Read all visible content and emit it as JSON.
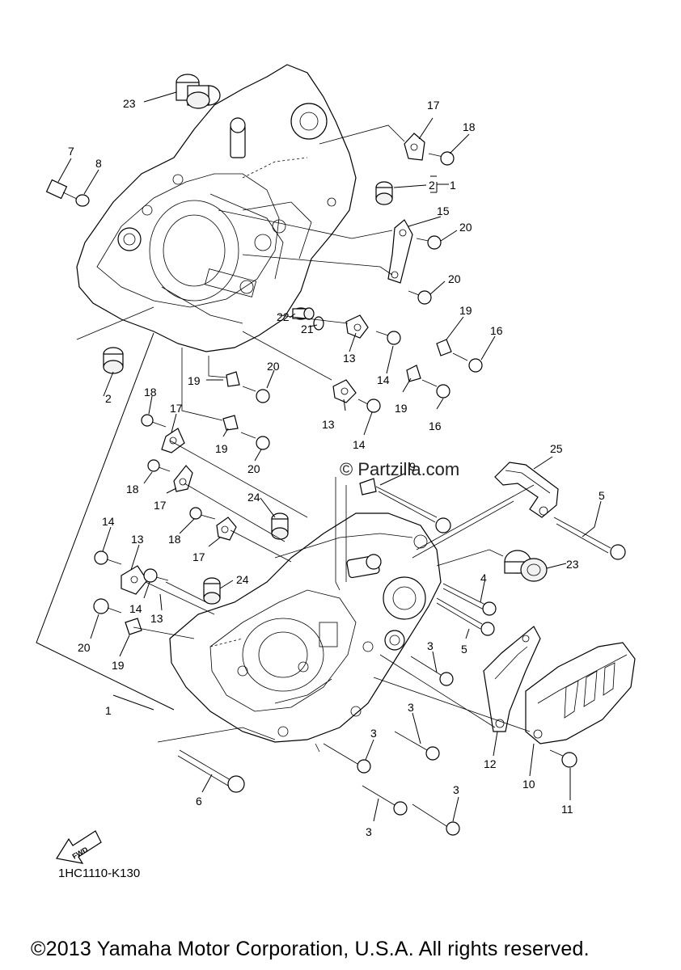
{
  "diagram_code": "1HC1110-K130",
  "copyright": "©2013 Yamaha Motor Corporation, U.S.A. All rights reserved.",
  "watermark": "© Partzilla.com",
  "fwd_label": "FWD",
  "callouts": [
    "23",
    "17",
    "18",
    "7",
    "8",
    "2",
    "1",
    "15",
    "20",
    "20",
    "19",
    "16",
    "22",
    "21",
    "13",
    "14",
    "19",
    "16",
    "2",
    "19",
    "20",
    "18",
    "17",
    "13",
    "14",
    "19",
    "20",
    "9",
    "25",
    "18",
    "24",
    "5",
    "17",
    "14",
    "13",
    "18",
    "17",
    "23",
    "24",
    "4",
    "14",
    "20",
    "13",
    "19",
    "5",
    "3",
    "1",
    "3",
    "12",
    "3",
    "10",
    "6",
    "11",
    "3",
    "3"
  ]
}
